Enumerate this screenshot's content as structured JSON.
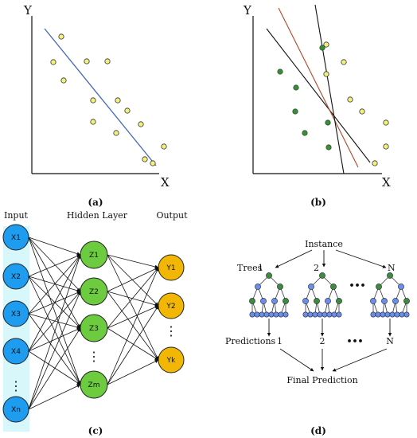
{
  "panels": {
    "a": {
      "label": "(a)",
      "x_axis": "X",
      "y_axis": "Y",
      "colors": {
        "point": "#f2f27a",
        "point_stroke": "#333333",
        "line": "#4466bb"
      }
    },
    "b": {
      "label": "(b)",
      "x_axis": "X",
      "y_axis": "Y",
      "colors": {
        "green": "#3d8b3d",
        "yellow": "#f2f27a",
        "line_red": "#b04a2a",
        "line_black": "#111111"
      }
    },
    "c": {
      "label": "(c)",
      "headers": {
        "input": "Input",
        "hidden": "Hidden Layer",
        "output": "Output"
      },
      "input_nodes": [
        "X1",
        "X2",
        "X3",
        "X4",
        "Xn"
      ],
      "hidden_nodes": [
        "Z1",
        "Z2",
        "Z3",
        "Zm"
      ],
      "output_nodes": [
        "Y1",
        "Y2",
        "Yk"
      ],
      "ellipsis": "⋮",
      "colors": {
        "input": "#1e9cf0",
        "input_band": "#c8f4f8",
        "hidden": "#6ccb3e",
        "output": "#f2b705"
      }
    },
    "d": {
      "label": "(d)",
      "instance": "Instance",
      "trees_prefix": "Trees",
      "tree_labels": [
        "1",
        "2",
        "N"
      ],
      "predictions_prefix": "Predictions",
      "prediction_labels": [
        "1",
        "2",
        "N"
      ],
      "dots": "•••",
      "final": "Final Prediction",
      "colors": {
        "node_green": "#3d8b3d",
        "node_blue": "#6a8fe8"
      }
    }
  }
}
